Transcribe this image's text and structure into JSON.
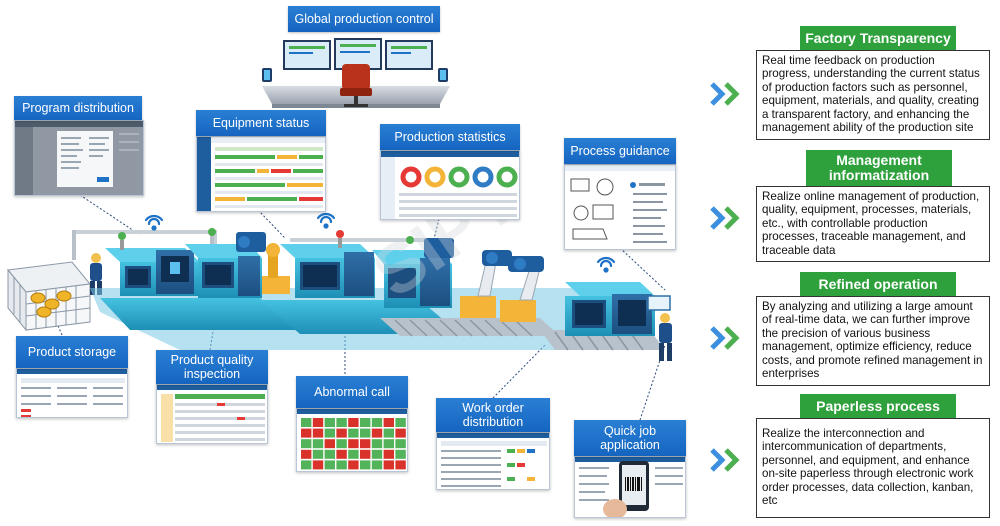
{
  "labels": {
    "global": "Global production control",
    "program": "Program distribution",
    "equipment": "Equipment status",
    "statistics": "Production statistics",
    "process": "Process guidance",
    "storage": "Product storage",
    "quality": "Product quality inspection",
    "abnormal": "Abnormal call",
    "workorder": "Work order distribution",
    "quickjob": "Quick job application"
  },
  "benefits": [
    {
      "title": "Factory Transparency",
      "text": "Real time feedback on production progress, understanding the current status of production factors such as personnel, equipment, materials, and quality, creating a transparent factory, and enhancing the management ability of the production site"
    },
    {
      "title": "Management informatization",
      "text": "Realize online management of production, quality, equipment, processes, materials, etc., with controllable production processes, traceable management, and traceable data"
    },
    {
      "title": "Refined operation",
      "text": "By analyzing and utilizing a large amount of real-time data, we can further improve the precision of various business management, optimize efficiency, reduce costs, and promote refined management in enterprises"
    },
    {
      "title": "Paperless process",
      "text": "Realize the interconnection and intercommunication of departments, personnel, and equipment, and enhance on-site paperless through electronic work order processes, data collection, kanban, etc"
    }
  ],
  "colors": {
    "label_blue": "#1e73c8",
    "benefit_green": "#2fa13c",
    "chevron_blue": "#3d8fe0",
    "chevron_green": "#4caf50",
    "machine_teal": "#2aa8c8",
    "conveyor_blue": "#1fa3d6"
  }
}
